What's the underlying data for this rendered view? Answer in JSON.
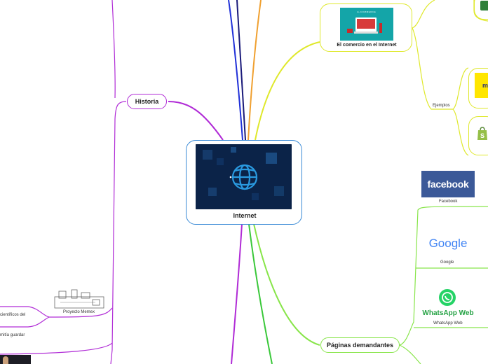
{
  "central": {
    "label": "Internet"
  },
  "branches": {
    "historia": "Historia",
    "comercio": "El comercio en el Internet",
    "comercio_banner": "E-COMMERCE",
    "ejemplos": "Ejemplos",
    "paginas": "Páginas demandantes"
  },
  "memex": {
    "label": "Proyecto Memex",
    "text1": "científicos del",
    "text2": "mitía guardar"
  },
  "pages": [
    {
      "label": "Facebook",
      "logo": "facebook"
    },
    {
      "label": "Google",
      "logo": "Google"
    },
    {
      "label": "WhatsApp Web",
      "logo": "WhatsApp Web"
    }
  ],
  "colors": {
    "historia": "#b02bd6",
    "comercio": "#dfe82b",
    "paginas": "#88e54a",
    "blue_line": "#2030d8",
    "orange_line": "#f0a030",
    "green_line": "#3ac83a",
    "central_border": "#3a8ad6"
  }
}
